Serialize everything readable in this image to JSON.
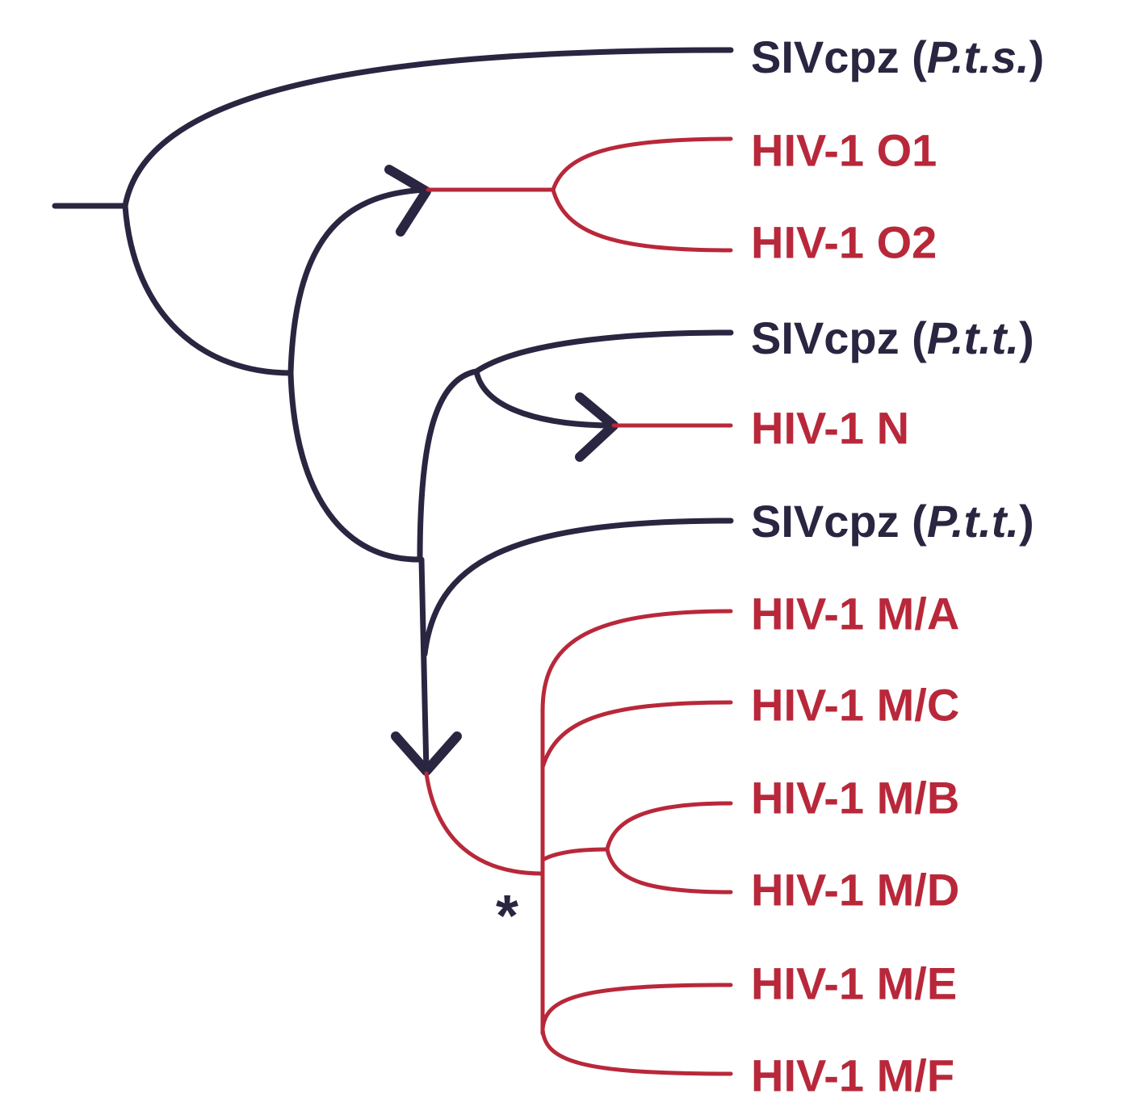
{
  "colors": {
    "sivcpz": "#2a2540",
    "hiv": "#b8283a"
  },
  "tree": {
    "leaves": [
      {
        "prefix": "SIVcpz (",
        "host": "P.t.s.",
        "suffix": ")",
        "group": "sivcpz"
      },
      {
        "label": "HIV-1 O1",
        "group": "hiv"
      },
      {
        "label": "HIV-1 O2",
        "group": "hiv"
      },
      {
        "prefix": "SIVcpz (",
        "host": "P.t.t.",
        "suffix": ")",
        "group": "sivcpz"
      },
      {
        "label": "HIV-1 N",
        "group": "hiv"
      },
      {
        "prefix": "SIVcpz (",
        "host": "P.t.t.",
        "suffix": ")",
        "group": "sivcpz"
      },
      {
        "label": "HIV-1 M/A",
        "group": "hiv"
      },
      {
        "label": "HIV-1 M/C",
        "group": "hiv"
      },
      {
        "label": "HIV-1 M/B",
        "group": "hiv"
      },
      {
        "label": "HIV-1 M/D",
        "group": "hiv"
      },
      {
        "label": "HIV-1 M/E",
        "group": "hiv"
      },
      {
        "label": "HIV-1 M/F",
        "group": "hiv"
      }
    ],
    "marker": "*"
  }
}
